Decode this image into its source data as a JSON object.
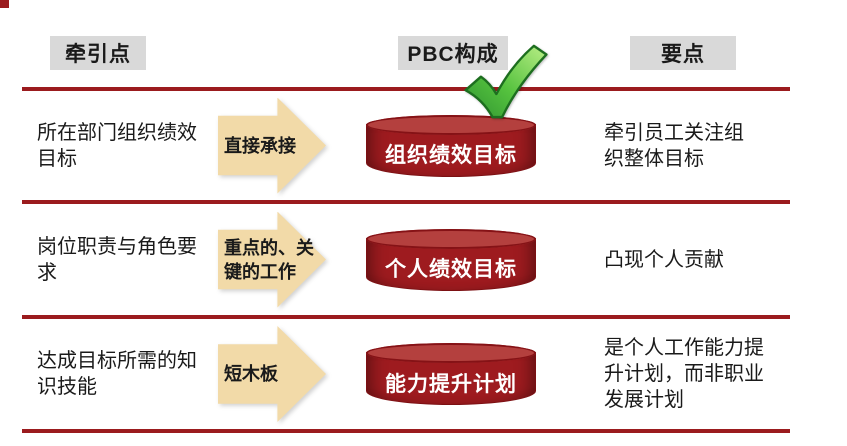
{
  "colors": {
    "line": "#9B1B1E",
    "cylinder_body": "#9E1B1F",
    "cylinder_top": "#B4403E",
    "arrow": "#F2DAA8",
    "header_bg": "#D9D9D9",
    "text": "#1A1A1A",
    "check": "#55C23E"
  },
  "icons": {
    "checkmark": "green-check",
    "arrows": "right-block-arrow",
    "corner": "red-corner-marker"
  },
  "headers": {
    "driver": "牵引点",
    "pbc": "PBC构成",
    "points": "要点"
  },
  "rows": [
    {
      "driver": "所在部门组织绩效\n目标",
      "arrow_label": "直接承接",
      "pbc_label": "组织绩效目标",
      "point": "牵引员工关注组\n织整体目标"
    },
    {
      "driver": "岗位职责与角色要\n求",
      "arrow_label": "重点的、关\n键的工作",
      "pbc_label": "个人绩效目标",
      "point": "凸现个人贡献"
    },
    {
      "driver": "达成目标所需的知\n识技能",
      "arrow_label": "短木板",
      "pbc_label": "能力提升计划",
      "point": "是个人工作能力提\n升计划，而非职业\n发展计划"
    }
  ]
}
